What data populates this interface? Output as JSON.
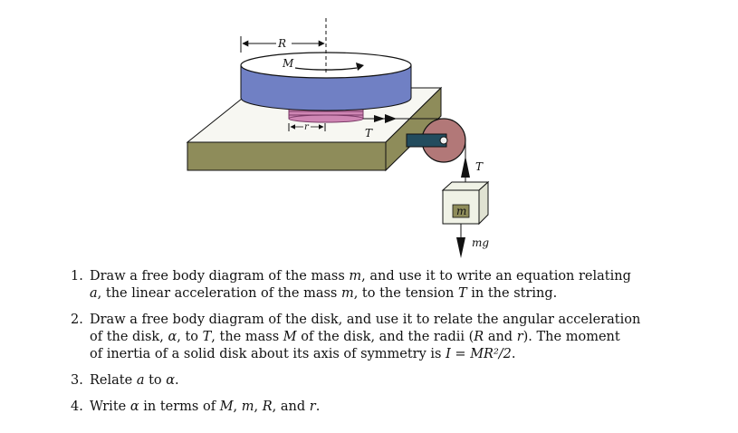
{
  "diagram": {
    "labels": {
      "R": "R",
      "M": "M",
      "r": "r",
      "T_string": "T",
      "T_rope": "T",
      "m": "m",
      "mg": "mg"
    },
    "colors": {
      "disk_side": "#7080c4",
      "table_top": "#f7f7f2",
      "table_side": "#8e8c5a",
      "pulley": "#b27878",
      "clamp": "#234c5e",
      "spool_coil": "#cf86b4",
      "block_face": "#f0f2e6",
      "block_label_fill": "#8e8c5a"
    }
  },
  "questions": [
    {
      "number": "1.",
      "line1_a": "Draw a free body diagram of the mass ",
      "line1_v": "m",
      "line1_b": ", and use it to write an equation relating",
      "line2_v1": "a",
      "line2_a": ", the linear acceleration of the mass ",
      "line2_v2": "m",
      "line2_b": ", to the tension ",
      "line2_v3": "T",
      "line2_c": " in the string."
    },
    {
      "number": "2.",
      "line1": "Draw a free body diagram of the disk, and use it to relate the angular acceleration",
      "line2_a": "of the disk, ",
      "line2_v1": "α",
      "line2_b": ", to ",
      "line2_v2": "T",
      "line2_c": ", the mass ",
      "line2_v3": "M",
      "line2_d": " of the disk, and the radii (",
      "line2_v4": "R",
      "line2_e": " and ",
      "line2_v5": "r",
      "line2_f": "). The moment",
      "line3_a": "of inertia of a solid disk about its axis of symmetry is ",
      "line3_formula": "I = MR²/2",
      "line3_b": "."
    },
    {
      "number": "3.",
      "text_a": "Relate ",
      "v1": "a",
      "text_b": " to ",
      "v2": "α",
      "text_c": "."
    },
    {
      "number": "4.",
      "text_a": "Write ",
      "v1": "α",
      "text_b": " in terms of ",
      "v2": "M",
      "text_c": ", ",
      "v3": "m",
      "text_d": ", ",
      "v4": "R",
      "text_e": ", and ",
      "v5": "r",
      "text_f": "."
    }
  ]
}
